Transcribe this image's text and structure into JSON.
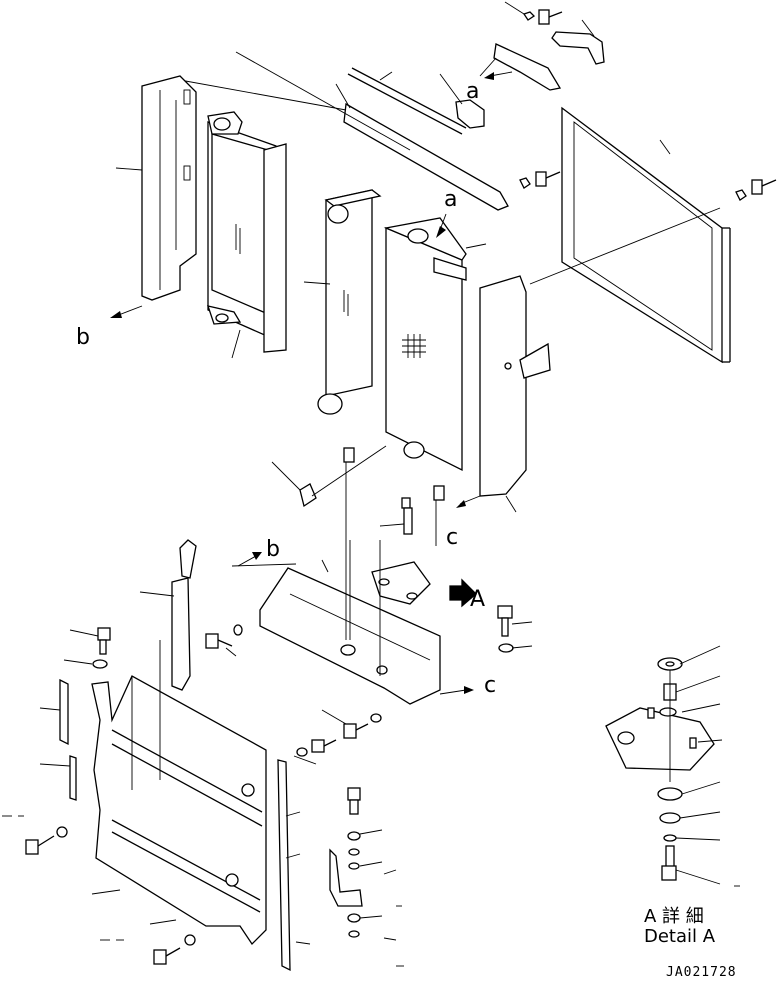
{
  "labels": {
    "a_top": "a",
    "a_mid": "a",
    "b_left": "b",
    "b_lower": "b",
    "c_mid": "c",
    "c_lower": "c",
    "A_view": "A"
  },
  "detail": {
    "title_jp": "A 詳 細",
    "title_en": "Detail A"
  },
  "drawing_number": "JA021728"
}
